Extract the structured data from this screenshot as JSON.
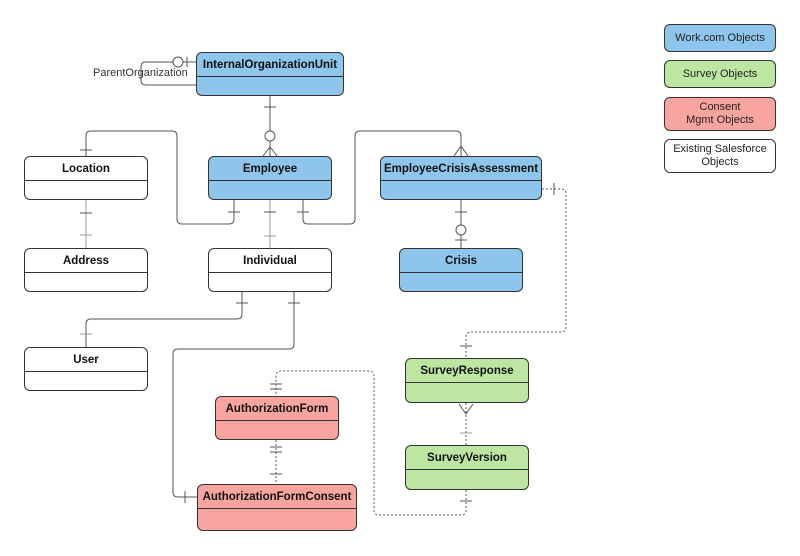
{
  "entities": {
    "internal_org_unit": "InternalOrganizationUnit",
    "location": "Location",
    "employee": "Employee",
    "employee_crisis_assessment": "EmployeeCrisisAssessment",
    "address": "Address",
    "individual": "Individual",
    "crisis": "Crisis",
    "user": "User",
    "survey_response": "SurveyResponse",
    "authorization_form": "AuthorizationForm",
    "survey_version": "SurveyVersion",
    "authorization_form_consent": "AuthorizationFormConsent"
  },
  "relationship_labels": {
    "parent_organization": "ParentOrganization"
  },
  "legend": {
    "workcom": "Work.com Objects",
    "survey": "Survey Objects",
    "consent": "Consent Mgmt Objects",
    "existing": "Existing Salesforce Objects"
  },
  "colors": {
    "workcom": "#8ec5ec",
    "survey": "#bde6a2",
    "consent": "#f7a59e",
    "existing": "#ffffff"
  }
}
